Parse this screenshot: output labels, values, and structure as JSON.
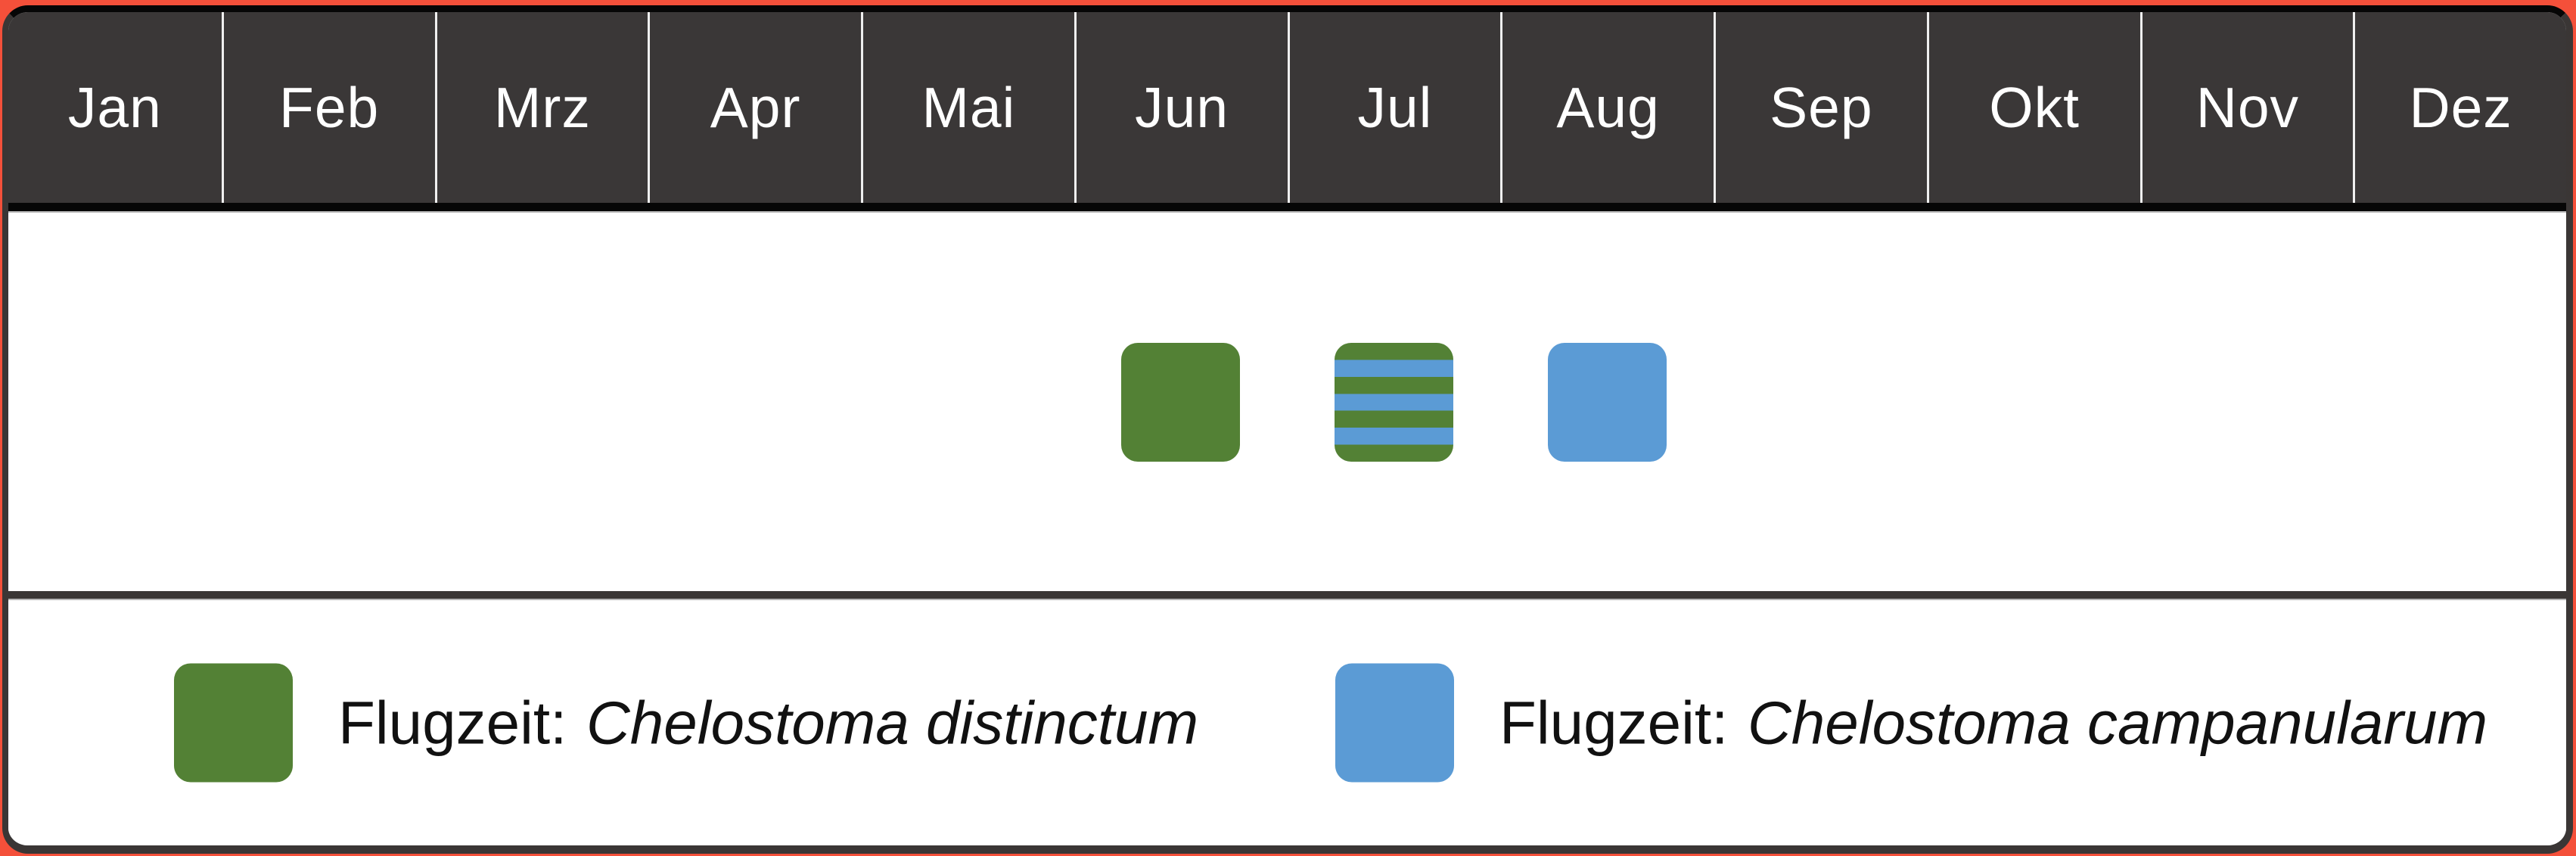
{
  "months": [
    "Jan",
    "Feb",
    "Mrz",
    "Apr",
    "Mai",
    "Jun",
    "Jul",
    "Aug",
    "Sep",
    "Okt",
    "Nov",
    "Dez"
  ],
  "legend": {
    "items": [
      {
        "prefix": "Flugzeit:",
        "species": "Chelostoma distinctum",
        "color_key": "green"
      },
      {
        "prefix": "Flugzeit:",
        "species": "Chelostoma campanularum",
        "color_key": "blue"
      }
    ]
  },
  "colors": {
    "green": "#538135",
    "blue": "#5b9bd5",
    "header": "#3a3737",
    "orange": "#f4503a",
    "frame": "#3a3635",
    "band": "#060606"
  },
  "chart_data": {
    "type": "table",
    "categories": [
      "Jan",
      "Feb",
      "Mrz",
      "Apr",
      "Mai",
      "Jun",
      "Jul",
      "Aug",
      "Sep",
      "Okt",
      "Nov",
      "Dez"
    ],
    "series": [
      {
        "name": "Flugzeit: Chelostoma distinctum",
        "color": "#538135",
        "active_months": [
          "Jun",
          "Jul"
        ]
      },
      {
        "name": "Flugzeit: Chelostoma campanularum",
        "color": "#5b9bd5",
        "active_months": [
          "Jul",
          "Aug"
        ]
      }
    ],
    "cells": [
      {
        "month": "Jun",
        "marker": "Chelostoma distinctum",
        "style": "solid-green"
      },
      {
        "month": "Jul",
        "marker": "both species",
        "style": "green-blue-horizontal-stripes"
      },
      {
        "month": "Aug",
        "marker": "Chelostoma campanularum",
        "style": "solid-blue"
      }
    ],
    "legend_position": "bottom",
    "grid": false
  }
}
